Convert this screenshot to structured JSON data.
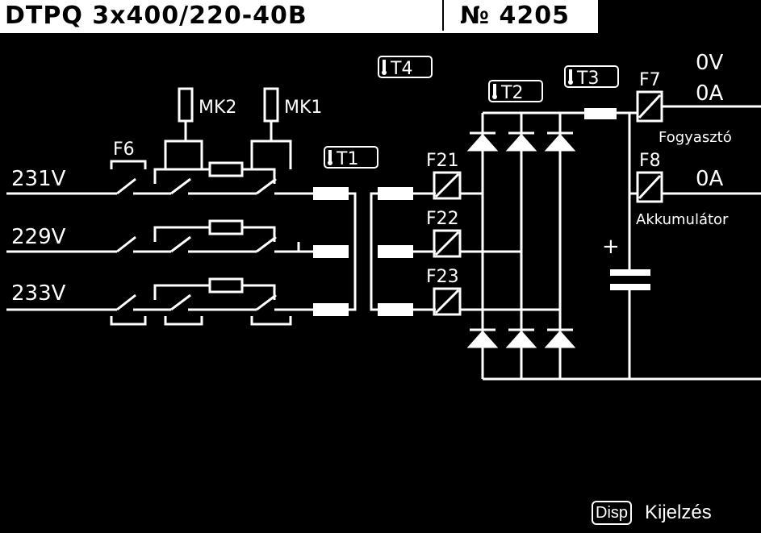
{
  "header": {
    "model": "DTPQ 3x400/220-40B",
    "serial": "№ 4205"
  },
  "inputs": {
    "l1_voltage": "231V",
    "l2_voltage": "229V",
    "l3_voltage": "233V"
  },
  "labels": {
    "f6": "F6",
    "mk1": "MK1",
    "mk2": "MK2",
    "t1": "T1",
    "t2": "T2",
    "t3": "T3",
    "t4": "T4",
    "f21": "F21",
    "f22": "F22",
    "f23": "F23",
    "f7": "F7",
    "f8": "F8",
    "consumer": "Fogyasztó",
    "battery": "Akkumulátor",
    "plus": "+"
  },
  "outputs": {
    "consumer_voltage": "0V",
    "consumer_current": "0A",
    "battery_current": "0A"
  },
  "footer": {
    "key": "Disp",
    "action": "Kijelzés"
  },
  "icons": {
    "thermometer": "thermometer-icon"
  },
  "colors": {
    "background": "#000000",
    "foreground": "#ffffff"
  }
}
